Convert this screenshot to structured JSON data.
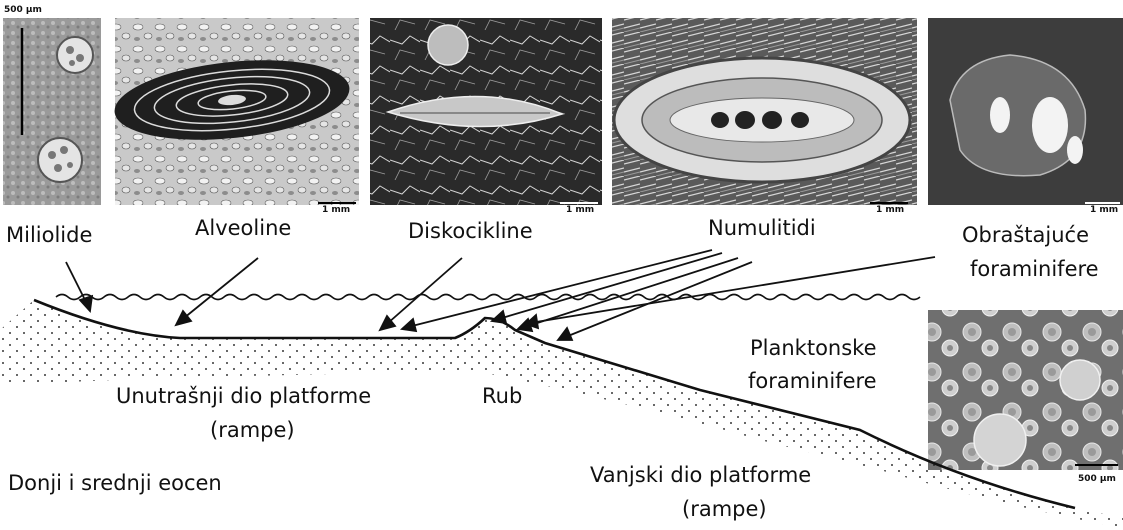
{
  "labels": {
    "miliolide": "Miliolide",
    "alveoline": "Alveoline",
    "diskocikline": "Diskocikline",
    "numulitidi": "Numulitidi",
    "obrastajuce_line1": "Obraštajuće",
    "obrastajuce_line2": "foraminifere",
    "planktonske_line1": "Planktonske",
    "planktonske_line2": "foraminifere",
    "unutrasnji_line1": "Unutrašnji dio platforme",
    "unutrasnji_line2": "(rampe)",
    "rub": "Rub",
    "vanjski_line1": "Vanjski dio platforme",
    "vanjski_line2": "(rampe)",
    "age": "Donji i srednji eocen"
  },
  "scale_bars": {
    "miliolide": "500 μm",
    "alveoline": "1 mm",
    "diskocikline": "1 mm",
    "numulitidi": "1 mm",
    "obrastajuce": "1 mm",
    "planktonske": "500 μm"
  },
  "colors": {
    "ink": "#111111",
    "photo_dark": "#2b2b2b",
    "photo_mid": "#8a8a8a",
    "photo_light": "#d8d8d8"
  }
}
